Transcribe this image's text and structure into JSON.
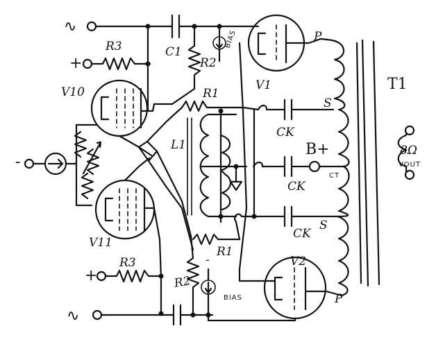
{
  "labels": {
    "ac_top": "∿",
    "ac_bottom": "∿",
    "minus": "-",
    "plus_top": "+",
    "plus_bottom": "+",
    "r3_top": "R3",
    "r3_bottom": "R3",
    "c1": "C1",
    "r2_top": "R2",
    "r2_bottom": "R2",
    "bias_top": "BIAS",
    "bias_bottom": "BIAS",
    "v10": "V10",
    "v11": "V11",
    "v1": "V1",
    "v2": "V2",
    "r1_top": "R1",
    "r1_bottom": "R1",
    "l1": "L1",
    "ck_top": "CK",
    "ck_mid": "CK",
    "ck_bottom": "CK",
    "b_plus": "B+",
    "ct": "CT",
    "p_top": "P",
    "p_bottom": "P",
    "s_top": "S",
    "s_bottom": "S",
    "t1": "T1",
    "ohms": "8Ω",
    "vout": "VOUT"
  }
}
